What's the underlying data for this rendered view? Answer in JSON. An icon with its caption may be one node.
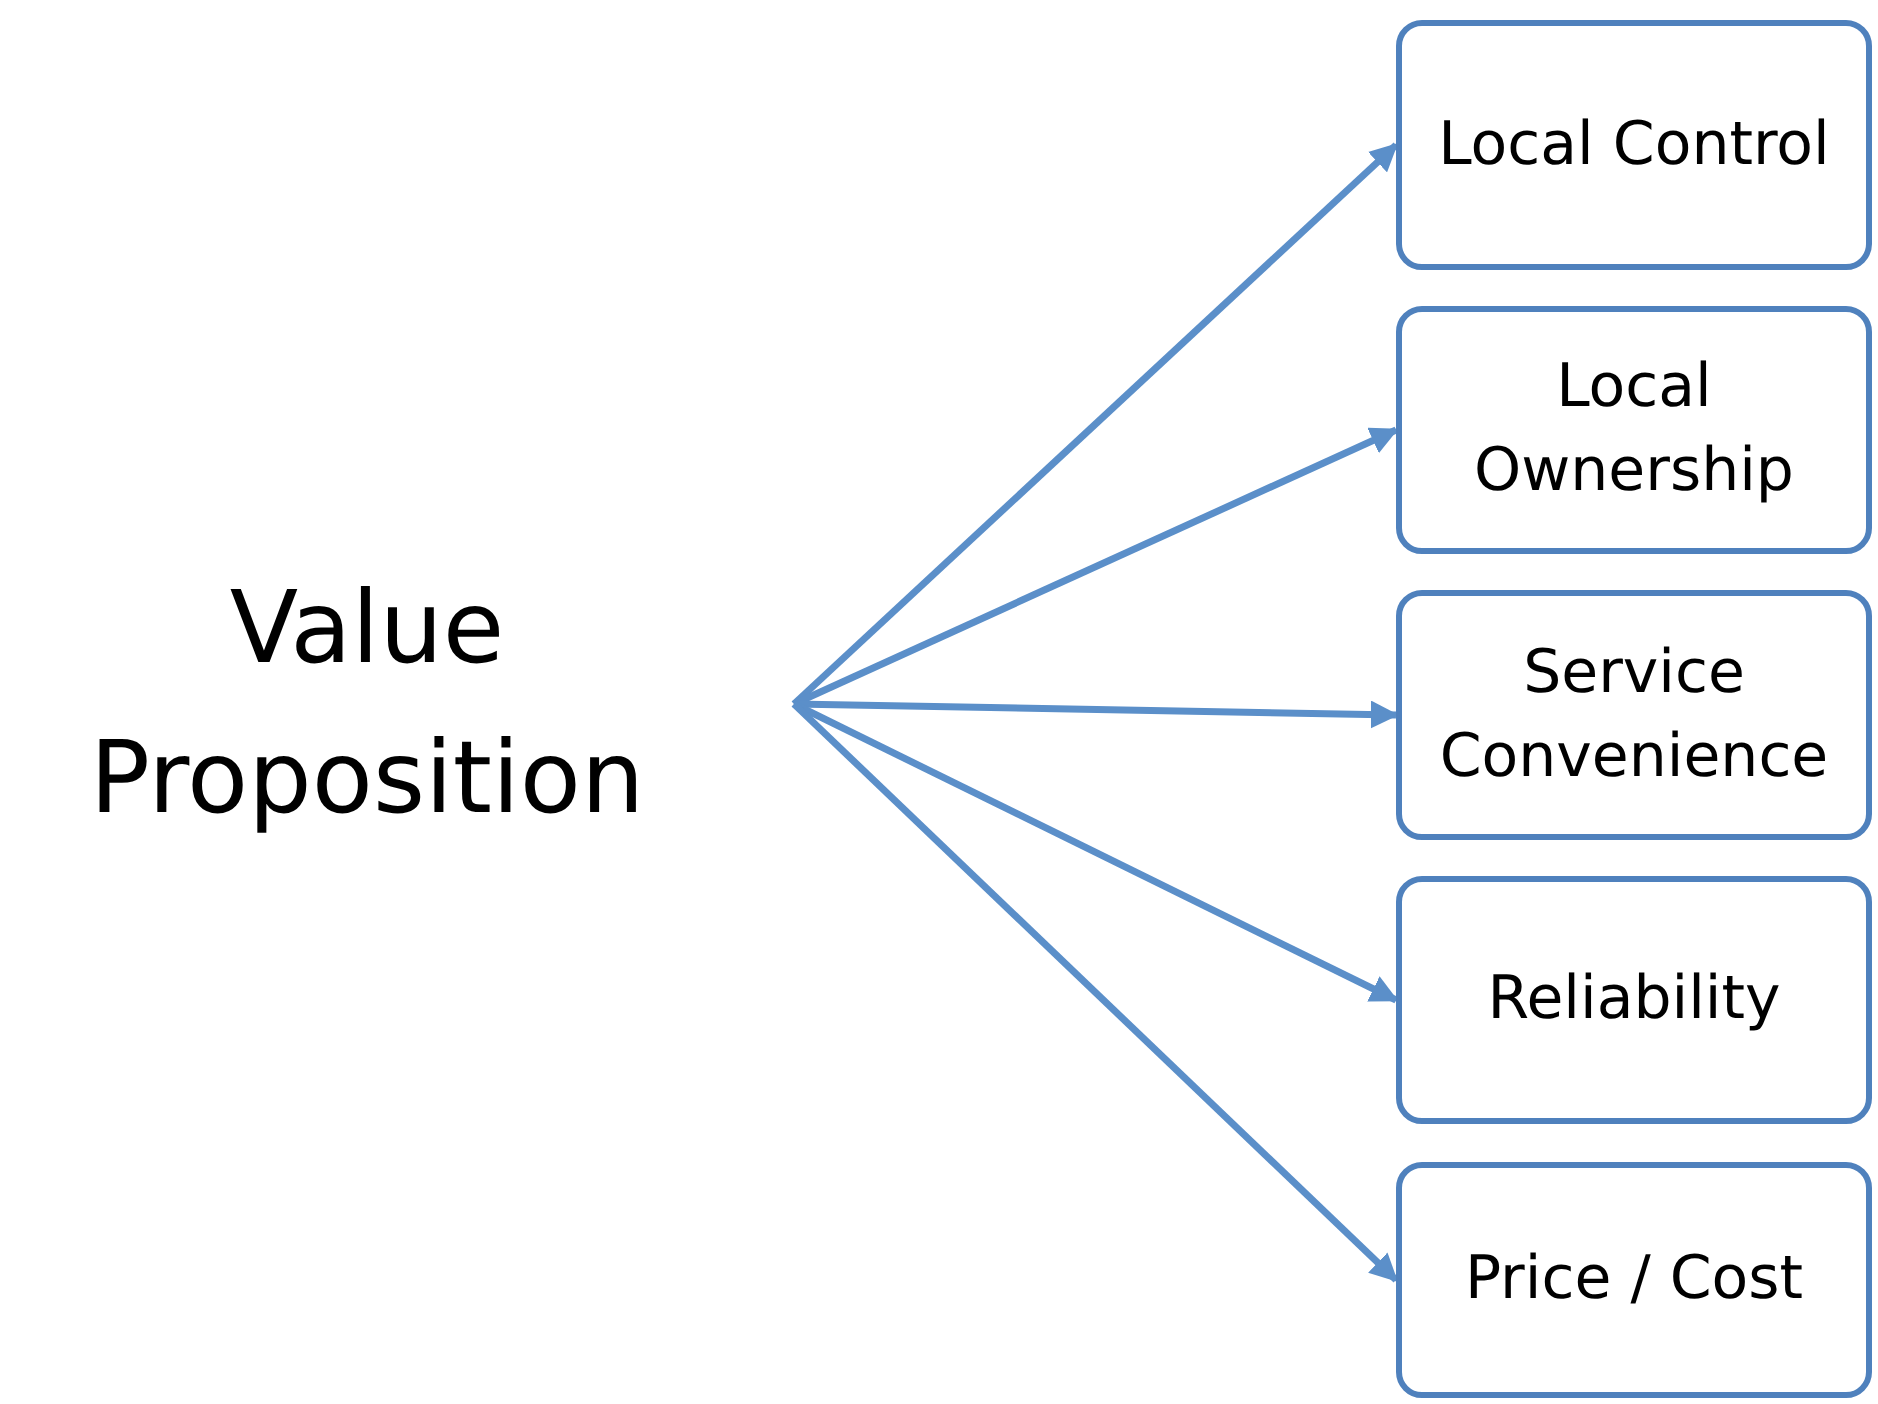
{
  "diagram": {
    "nodes": [
      {
        "text": [
          "Value Proposition"
        ]
      },
      {
        "text": [
          "Local Control"
        ]
      },
      {
        "text": [
          "Local Ownership"
        ]
      },
      {
        "text": [
          "Service Convenience"
        ]
      },
      {
        "text": [
          "Reliability"
        ]
      },
      {
        "text": [
          "Price / Cost"
        ]
      }
    ],
    "edges": [
      {
        "from": 0,
        "to": 1,
        "arrow": "to"
      },
      {
        "from": 0,
        "to": 2,
        "arrow": "to"
      },
      {
        "from": 0,
        "to": 3,
        "arrow": "to"
      },
      {
        "from": 0,
        "to": 4,
        "arrow": "to"
      },
      {
        "from": 0,
        "to": 5,
        "arrow": "to"
      }
    ]
  }
}
